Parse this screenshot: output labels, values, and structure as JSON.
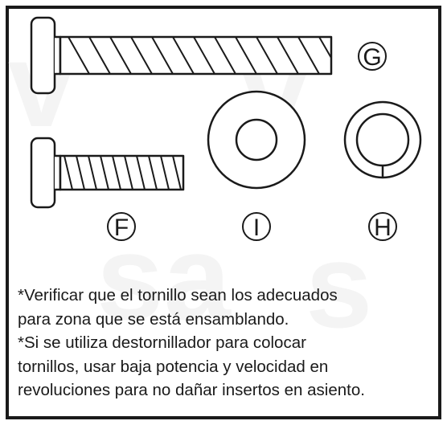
{
  "parts": {
    "G": "G",
    "F": "F",
    "I": "I",
    "H": "H"
  },
  "notes": [
    "*Verificar que el tornillo sean los adecuados",
    "para zona que se está ensamblando.",
    "*Si se utiliza destornillador para colocar",
    "tornillos, usar baja potencia  y velocidad en",
    "revoluciones para no dañar insertos en asiento."
  ]
}
